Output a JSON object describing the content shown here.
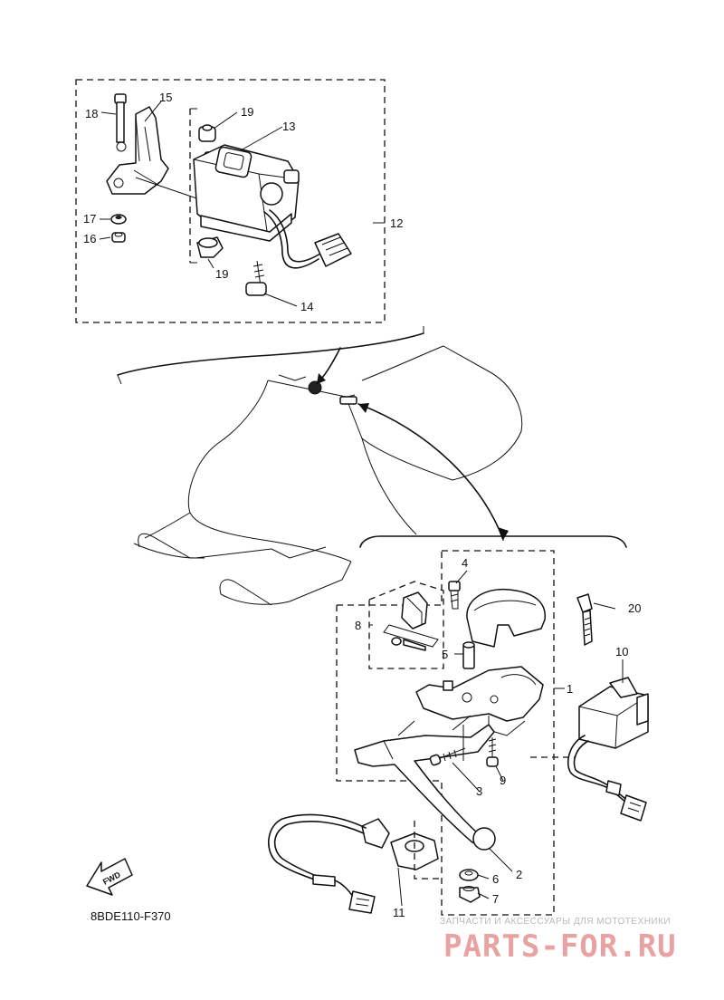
{
  "diagram_code": "8BDE110-F370",
  "watermark": {
    "tagline": "ЗАПЧАСТИ И АКСЕССУАРЫ ДЛЯ МОТОТЕХНИКИ",
    "brand": "PARTS-FOR.RU"
  },
  "fwd_label": "FWD",
  "callouts": {
    "p1": "1",
    "p2": "2",
    "p3": "3",
    "p4": "4",
    "p5": "5",
    "p6": "6",
    "p7": "7",
    "p8": "8",
    "p9": "9",
    "p10": "10",
    "p11": "11",
    "p12": "12",
    "p13": "13",
    "p14": "14",
    "p15": "15",
    "p16": "16",
    "p17": "17",
    "p18": "18",
    "p19a": "19",
    "p19b": "19",
    "p20": "20"
  },
  "colors": {
    "line": "#111111",
    "watermark_brand": "#e8a2a2",
    "watermark_text": "#b9b9b9"
  }
}
